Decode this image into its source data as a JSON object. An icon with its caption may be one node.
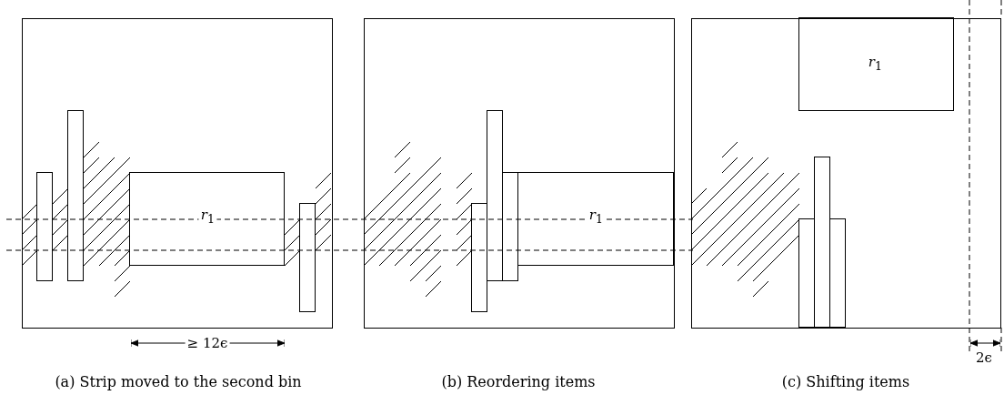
{
  "diagram": {
    "nodes": [
      {
        "text": [],
        "shape": "box"
      },
      {
        "text": [],
        "shape": "box",
        "in": 0
      },
      {
        "text": [],
        "shape": "box",
        "in": 0
      },
      {
        "text": [
          "*r*$_{1}$"
        ],
        "in": 0
      },
      {
        "text": [],
        "shape": "box",
        "in": 0
      },
      {
        "text": [],
        "shape": "box"
      },
      {
        "text": [],
        "shape": "box",
        "in": 5
      },
      {
        "text": [],
        "shape": "box",
        "in": 5
      },
      {
        "text": [],
        "shape": "box",
        "in": 5
      },
      {
        "text": [
          "*r*$_{1}$"
        ],
        "in": 5
      },
      {
        "text": [],
        "shape": "box"
      },
      {
        "text": [
          "*r*$_{1}$"
        ],
        "in": 10
      },
      {
        "text": [],
        "shape": "box",
        "in": 10
      },
      {
        "text": [],
        "shape": "box",
        "in": 10
      },
      {
        "text": [],
        "shape": "box",
        "in": 10
      }
    ],
    "labels": [
      "≥ 12ϵ",
      "2ϵ",
      "(a) Strip moved to the second bin",
      "(b) Reordering items",
      "(c) Shifting items"
    ]
  }
}
